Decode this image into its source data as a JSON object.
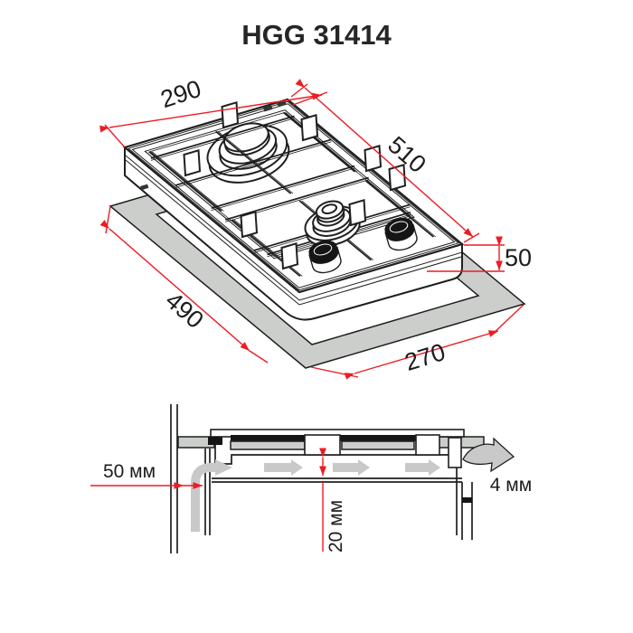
{
  "title": "HGG 31414",
  "colors": {
    "dimension_red": "#ec1c24",
    "line_black": "#1f1f1f",
    "worktop_gray": "#cbcecb",
    "airflow_gray": "#c9c9c9",
    "background": "#ffffff"
  },
  "top_view": {
    "hob_width_mm": "290",
    "hob_length_mm": "510",
    "hob_height_mm": "50",
    "cutout_length_mm": "490",
    "cutout_width_mm": "270"
  },
  "section_view": {
    "wall_clearance": "50 мм",
    "bottom_clearance": "20 мм",
    "edge_gap": "4 мм"
  }
}
